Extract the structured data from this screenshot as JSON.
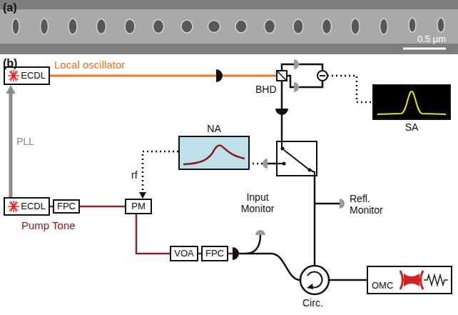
{
  "diagram": {
    "nodes": [
      {
        "text": [
          "ECDL"
        ]
      },
      {
        "text": [
          "SA"
        ]
      },
      {
        "text": [
          "NA"
        ]
      },
      {
        "text": [
          "ECDL"
        ]
      },
      {
        "text": [
          "FPC"
        ]
      },
      {
        "text": [
          "PM"
        ]
      },
      {
        "text": [
          "VOA"
        ]
      },
      {
        "text": [
          "FPC"
        ]
      },
      {
        "text": [
          "OMC"
        ]
      }
    ],
    "edges": [
      {
        "from": 3,
        "to": 0,
        "arrow": "to",
        "label": "PLL"
      },
      {
        "from": 3,
        "to": 4,
        "arrow": "none"
      },
      {
        "from": 4,
        "to": 5,
        "arrow": "none"
      },
      {
        "from": 5,
        "to": 6,
        "arrow": "none"
      },
      {
        "from": 6,
        "to": 7,
        "arrow": "none"
      },
      {
        "from": 2,
        "to": 5,
        "arrow": "to",
        "label": "rf"
      }
    ],
    "labels": [
      "(a)",
      "0.5 μm",
      "(b)",
      "Local oscillator",
      "BHD",
      "Pump Tone",
      "Input Monitor",
      "Refl. Monitor",
      "Circ."
    ]
  }
}
